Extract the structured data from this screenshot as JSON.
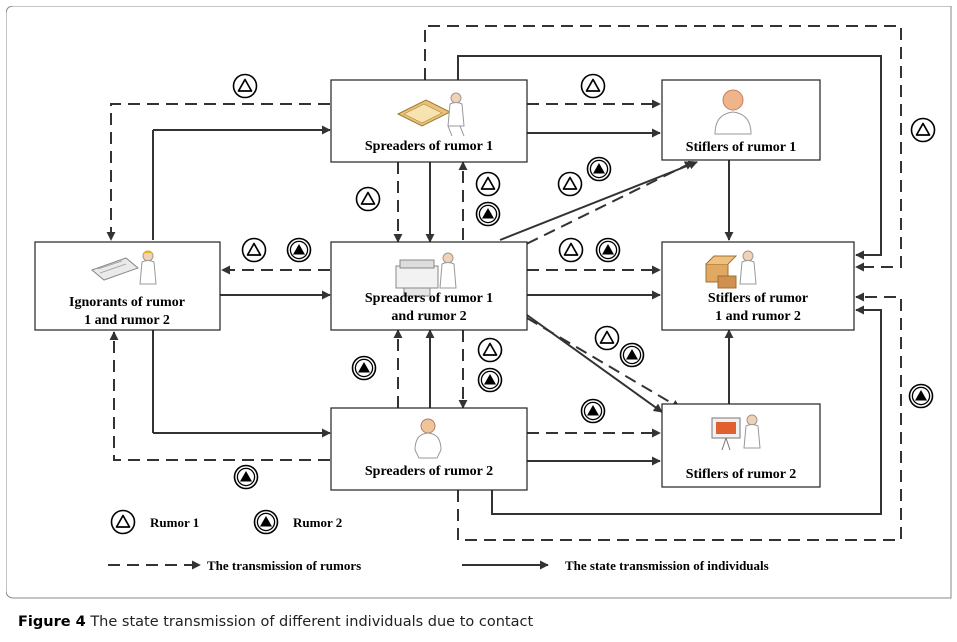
{
  "nodes": {
    "spreaders_r1": [
      "Spreaders of rumor 1"
    ],
    "spreaders_both": [
      "Spreaders of rumor 1",
      "and rumor 2"
    ],
    "spreaders_r2": [
      "Spreaders of rumor 2"
    ],
    "ignorants": [
      "Ignorants of rumor",
      "1 and rumor 2"
    ],
    "stiflers_r1": [
      "Stiflers of rumor 1"
    ],
    "stiflers_both": [
      "Stiflers of rumor",
      "1 and rumor 2"
    ],
    "stiflers_r2": [
      "Stiflers of rumor 2"
    ]
  },
  "legend": {
    "rumor1": "Rumor 1",
    "rumor2": "Rumor 2",
    "rumor_transmission": "The transmission of rumors",
    "state_transmission": "The state transmission of individuals"
  },
  "caption": {
    "figure_label": "Figure 4",
    "text": "The state transmission of different individuals due to contact"
  }
}
